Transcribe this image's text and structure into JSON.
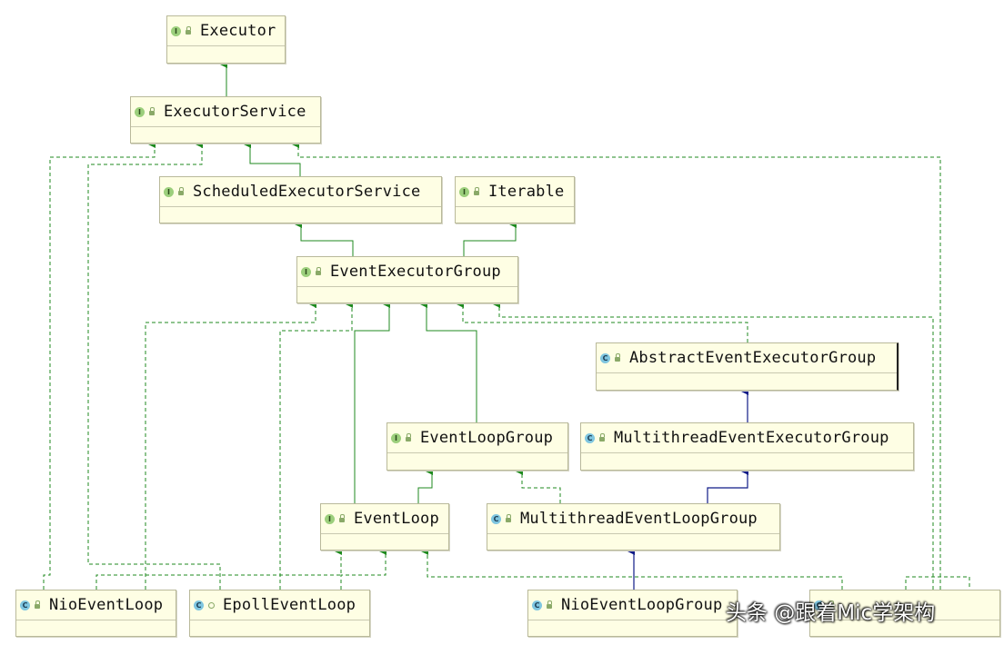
{
  "nodes": [
    {
      "id": "executor",
      "label": "Executor",
      "kind": "interface",
      "visibility": "public"
    },
    {
      "id": "executorservice",
      "label": "ExecutorService",
      "kind": "interface",
      "visibility": "public"
    },
    {
      "id": "scheduled",
      "label": "ScheduledExecutorService",
      "kind": "interface",
      "visibility": "public"
    },
    {
      "id": "iterable",
      "label": "Iterable",
      "kind": "interface",
      "visibility": "public"
    },
    {
      "id": "eeg",
      "label": "EventExecutorGroup",
      "kind": "interface",
      "visibility": "public"
    },
    {
      "id": "abstract",
      "label": "AbstractEventExecutorGroup",
      "kind": "abstract class",
      "visibility": "public"
    },
    {
      "id": "elg",
      "label": "EventLoopGroup",
      "kind": "interface",
      "visibility": "public"
    },
    {
      "id": "meeg",
      "label": "MultithreadEventExecutorGroup",
      "kind": "abstract class",
      "visibility": "public"
    },
    {
      "id": "el",
      "label": "EventLoop",
      "kind": "interface",
      "visibility": "public"
    },
    {
      "id": "melg",
      "label": "MultithreadEventLoopGroup",
      "kind": "abstract class",
      "visibility": "public"
    },
    {
      "id": "nioel",
      "label": "NioEventLoop",
      "kind": "final class",
      "visibility": "public"
    },
    {
      "id": "epollel",
      "label": "EpollEventLoop",
      "kind": "class",
      "visibility": "package"
    },
    {
      "id": "nioelg",
      "label": "NioEventLoopGroup",
      "kind": "class",
      "visibility": "public"
    },
    {
      "id": "hidden",
      "label": "",
      "kind": "class",
      "visibility": "public"
    }
  ],
  "edges": [
    {
      "from": "executorservice",
      "to": "executor",
      "type": "extends-interface"
    },
    {
      "from": "scheduled",
      "to": "executorservice",
      "type": "extends-interface"
    },
    {
      "from": "eeg",
      "to": "scheduled",
      "type": "extends-interface"
    },
    {
      "from": "eeg",
      "to": "iterable",
      "type": "extends-interface"
    },
    {
      "from": "elg",
      "to": "eeg",
      "type": "extends-interface"
    },
    {
      "from": "el",
      "to": "eeg",
      "type": "extends-interface"
    },
    {
      "from": "el",
      "to": "elg",
      "type": "extends-interface"
    },
    {
      "from": "abstract",
      "to": "eeg",
      "type": "implements"
    },
    {
      "from": "meeg",
      "to": "abstract",
      "type": "extends-class"
    },
    {
      "from": "melg",
      "to": "meeg",
      "type": "extends-class"
    },
    {
      "from": "melg",
      "to": "elg",
      "type": "implements"
    },
    {
      "from": "nioelg",
      "to": "melg",
      "type": "extends-class"
    },
    {
      "from": "nioel",
      "to": "executorservice",
      "type": "implements"
    },
    {
      "from": "nioel",
      "to": "eeg",
      "type": "implements"
    },
    {
      "from": "nioel",
      "to": "el",
      "type": "implements"
    },
    {
      "from": "epollel",
      "to": "executorservice",
      "type": "implements"
    },
    {
      "from": "epollel",
      "to": "eeg",
      "type": "implements"
    },
    {
      "from": "epollel",
      "to": "el",
      "type": "implements"
    },
    {
      "from": "hidden",
      "to": "el",
      "type": "implements"
    },
    {
      "from": "hidden",
      "to": "eeg",
      "type": "implements"
    },
    {
      "from": "hidden",
      "to": "executorservice",
      "type": "implements"
    }
  ],
  "colors": {
    "box_fill": "#fefee4",
    "interface_edge": "#1f8a1f",
    "class_edge": "#0f1a87"
  },
  "watermark": {
    "text": "头条 @跟着Mic学架构"
  }
}
